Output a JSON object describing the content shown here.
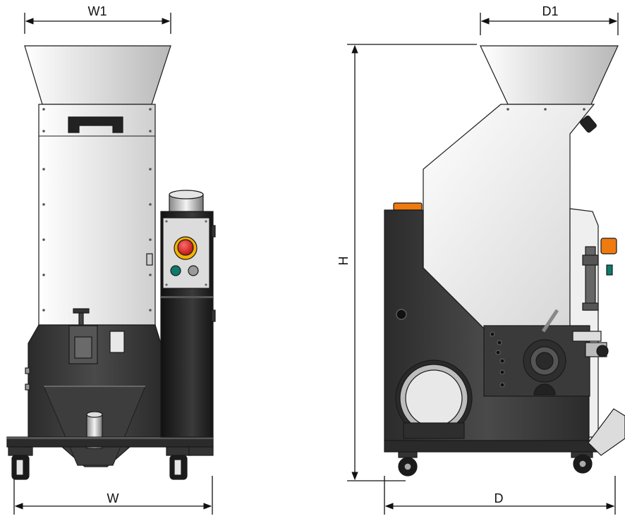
{
  "dimension_labels": {
    "front_top_width": "W1",
    "front_base_width": "W",
    "side_top_depth": "D1",
    "side_base_depth": "D",
    "overall_height": "H"
  },
  "colors": {
    "outline": "#1a1a1a",
    "hopper_light": "#f4f4f4",
    "hopper_shade": "#bdbdbd",
    "panel_light": "#f2f2f2",
    "panel_shade": "#c9c9c9",
    "base_dark": "#3a3a3a",
    "base_darker": "#232323",
    "control_box": "#1c1c1c",
    "emergency_red": "#d81e1e",
    "emergency_ring": "#f2b200",
    "button_green": "#0d7a6a",
    "button_grey": "#9a9a9a",
    "beacon_orange": "#ef7b10",
    "gear_dark": "#2a2a2a"
  }
}
